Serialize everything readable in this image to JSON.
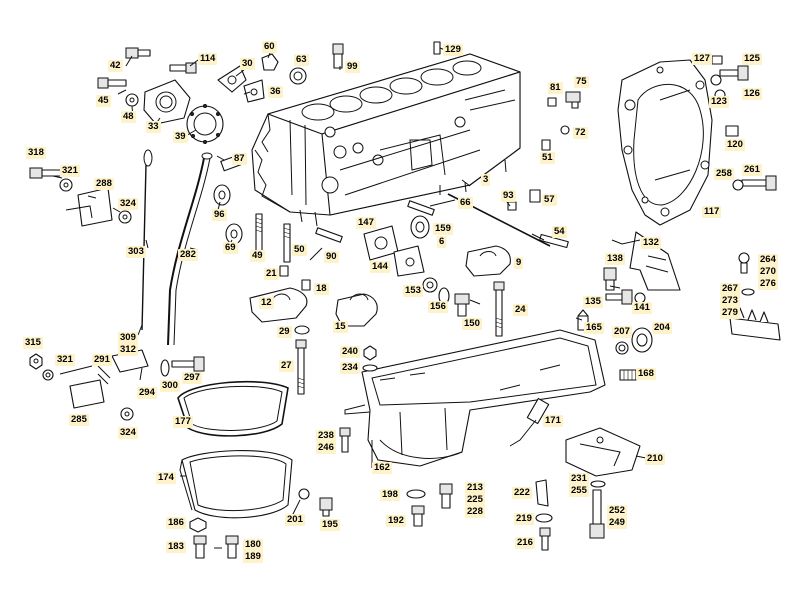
{
  "labels": {
    "l42": "42",
    "l45": "45",
    "l48": "48",
    "l33": "33",
    "l114": "114",
    "l39": "39",
    "l30": "30",
    "l60": "60",
    "l63": "63",
    "l36": "36",
    "l99": "99",
    "l129": "129",
    "l81": "81",
    "l75": "75",
    "l72": "72",
    "l51": "51",
    "l127": "127",
    "l125": "125",
    "l123": "123",
    "l126": "126",
    "l120": "120",
    "l261": "261",
    "l258": "258",
    "l117": "117",
    "l318": "318",
    "l321a": "321",
    "l288": "288",
    "l324a": "324",
    "l87": "87",
    "l96": "96",
    "l69": "69",
    "l49": "49",
    "l50": "50",
    "l90": "90",
    "l21": "21",
    "l18": "18",
    "l12": "12",
    "l15": "15",
    "l3": "3",
    "l66": "66",
    "l93": "93",
    "l57": "57",
    "l147": "147",
    "l159": "159",
    "l6": "6",
    "l144": "144",
    "l153": "153",
    "l156": "156",
    "l150": "150",
    "l54": "54",
    "l9": "9",
    "l24": "24",
    "l303": "303",
    "l282": "282",
    "l132": "132",
    "l138": "138",
    "l135": "135",
    "l141": "141",
    "l165": "165",
    "l207": "207",
    "l204": "204",
    "l168": "168",
    "l264": "264",
    "l270": "270",
    "l276": "276",
    "l267": "267",
    "l273": "273",
    "l279": "279",
    "l315": "315",
    "l321b": "321",
    "l309": "309",
    "l312": "312",
    "l291": "291",
    "l294": "294",
    "l300": "300",
    "l297": "297",
    "l285": "285",
    "l324b": "324",
    "l29": "29",
    "l27": "27",
    "l240": "240",
    "l234": "234",
    "l177": "177",
    "l171": "171",
    "l238": "238",
    "l246": "246",
    "l162": "162",
    "l210": "210",
    "l174": "174",
    "l198": "198",
    "l213": "213",
    "l225": "225",
    "l228": "228",
    "l222": "222",
    "l231": "231",
    "l255": "255",
    "l201": "201",
    "l195": "195",
    "l192": "192",
    "l219": "219",
    "l252": "252",
    "l249": "249",
    "l186": "186",
    "l183": "183",
    "l180": "180",
    "l189": "189",
    "l216": "216"
  }
}
